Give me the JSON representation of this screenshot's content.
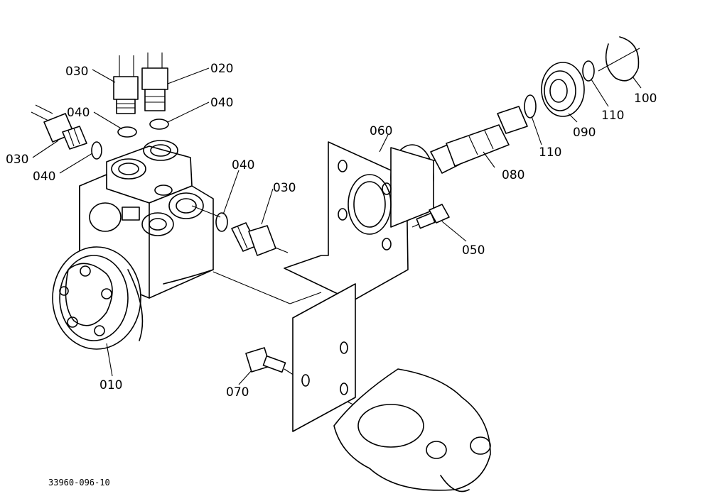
{
  "diagram": {
    "labels": {
      "p010": "010",
      "p020": "020",
      "p030_top": "030",
      "p030_left": "030",
      "p030_mid": "030",
      "p040_top_left": "040",
      "p040_top_right": "040",
      "p040_left": "040",
      "p040_mid": "040",
      "p050": "050",
      "p060": "060",
      "p070": "070",
      "p080": "080",
      "p090": "090",
      "p100": "100",
      "p110_right": "110",
      "p110_left": "110"
    },
    "drawing_code": "33960-096-10"
  }
}
